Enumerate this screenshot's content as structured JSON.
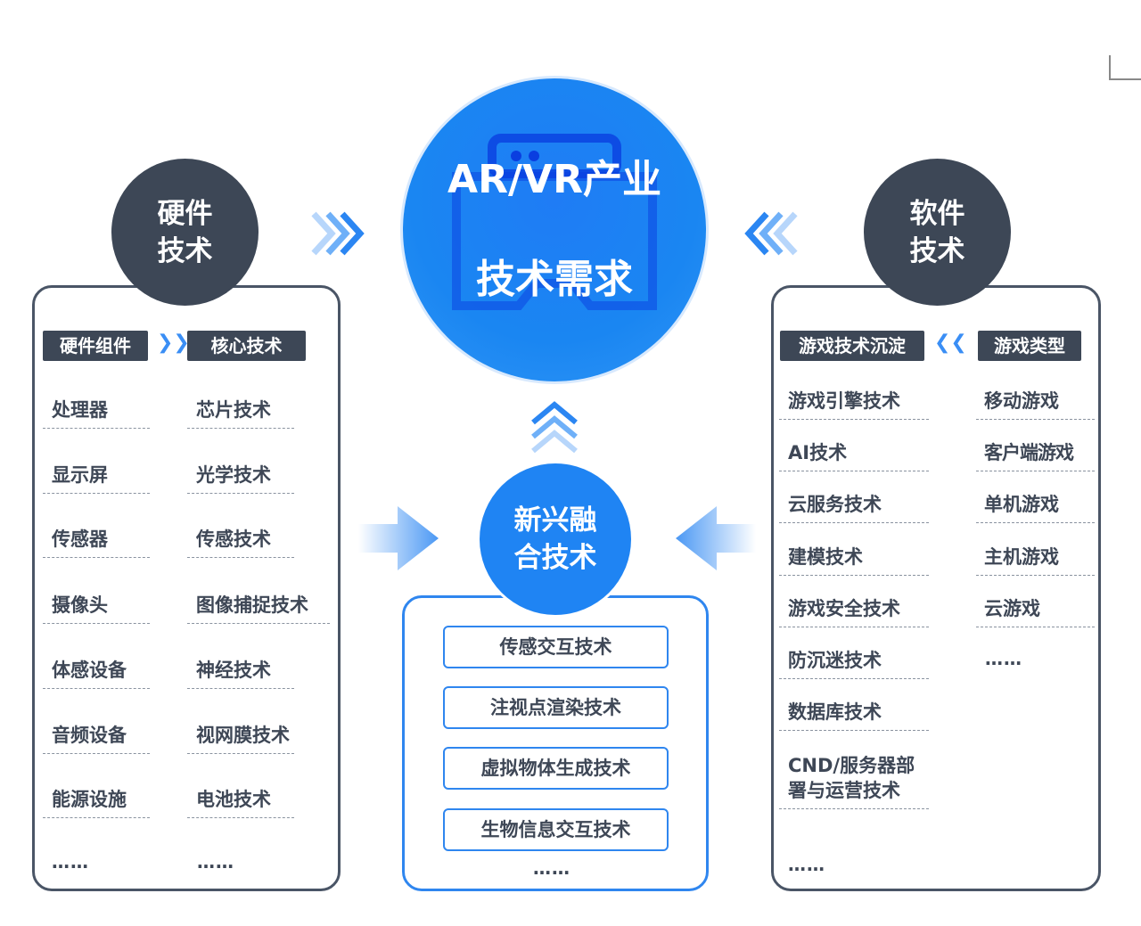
{
  "center": {
    "title_line1": "AR/VR产业",
    "title_line2": "技术需求"
  },
  "hardware": {
    "title": "硬件\n技术",
    "header_left": "硬件组件",
    "header_right": "核心技术",
    "components": [
      "处理器",
      "显示屏",
      "传感器",
      "摄像头",
      "体感设备",
      "音频设备",
      "能源设施",
      "……"
    ],
    "core_tech": [
      "芯片技术",
      "光学技术",
      "传感技术",
      "图像捕捉技术",
      "神经技术",
      "视网膜技术",
      "电池技术",
      "……"
    ]
  },
  "emerging": {
    "title": "新兴融\n合技术",
    "items": [
      "传感交互技术",
      "注视点渲染技术",
      "虚拟物体生成技术",
      "生物信息交互技术"
    ],
    "more": "……"
  },
  "software": {
    "title": "软件\n技术",
    "header_left": "游戏技术沉淀",
    "header_right": "游戏类型",
    "tech": [
      "游戏引擎技术",
      "AI技术",
      "云服务技术",
      "建模技术",
      "游戏安全技术",
      "防沉迷技术",
      "数据库技术",
      "CND/服务器部\n署与运营技术",
      "……"
    ],
    "types": [
      "移动游戏",
      "客户端游戏",
      "单机游戏",
      "主机游戏",
      "云游戏",
      "……"
    ]
  },
  "colors": {
    "dark": "#3d4756",
    "blue": "#1a7ff0"
  }
}
